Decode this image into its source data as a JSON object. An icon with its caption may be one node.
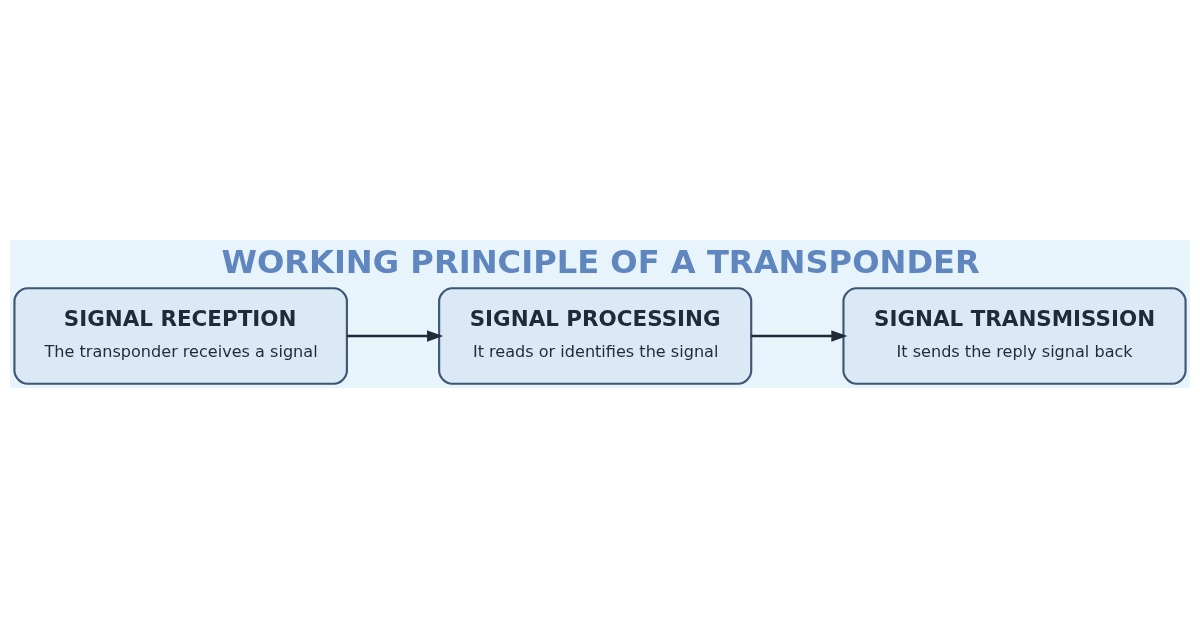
{
  "diagram": {
    "title": "WORKING PRINCIPLE OF A TRANSPONDER",
    "nodes": [
      {
        "text": [
          "SIGNAL RECEPTION",
          "The transponder receives a signal"
        ]
      },
      {
        "text": [
          "SIGNAL PROCESSING",
          "It reads or identifies the signal"
        ]
      },
      {
        "text": [
          "SIGNAL TRANSMISSION",
          "It sends the reply signal back"
        ]
      }
    ],
    "edges": [
      {
        "from": 0,
        "to": 1,
        "arrow": "to"
      },
      {
        "from": 1,
        "to": 2,
        "arrow": "to"
      }
    ]
  }
}
